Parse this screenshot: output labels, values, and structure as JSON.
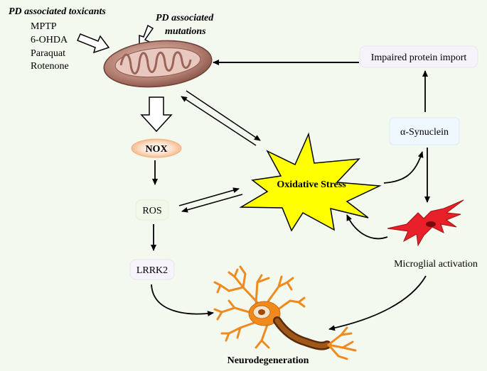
{
  "toxicants": {
    "title": "PD associated toxicants",
    "items": [
      "MPTP",
      "6-OHDA",
      "Paraquat",
      "Rotenone"
    ]
  },
  "mutations": {
    "line1": "PD associated",
    "line2": "mutations"
  },
  "nodes": {
    "nox": "NOX",
    "ros": "ROS",
    "lrrk2": "LRRK2",
    "oxidative_stress": "Oxidative Stress",
    "impaired_import": "Impaired protein import",
    "synuclein": "α-Synuclein",
    "microglial": "Microglial activation",
    "neurodegeneration": "Neurodegeneration"
  },
  "colors": {
    "background": "#f4f9f0",
    "mitochondria": "#b07a6e",
    "nox_fill": "#f6c9a6",
    "star_fill": "#ffff00",
    "microglia": "#e8202a",
    "neuron": "#f08a1c",
    "axon": "#8a4a12"
  }
}
